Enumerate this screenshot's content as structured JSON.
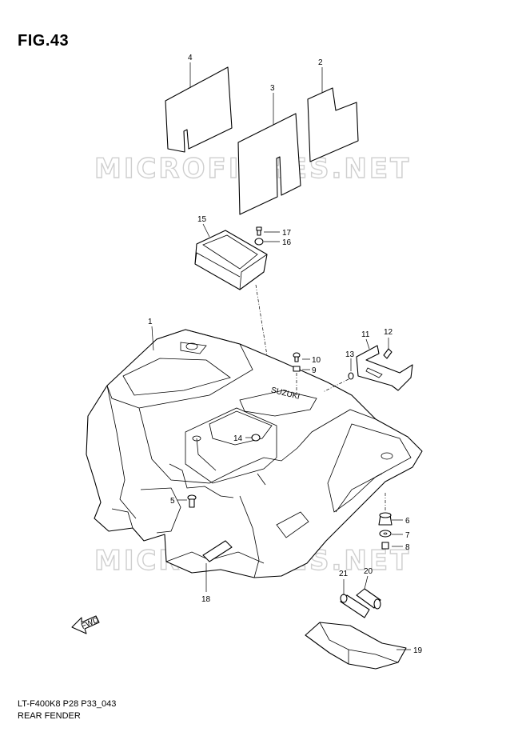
{
  "figure": {
    "title": "FIG.43",
    "code": "LT-F400K8 P28 P33_043",
    "name": "REAR FENDER"
  },
  "watermark": "MICROFICHES.NET",
  "fwd_label": "FWD",
  "decal_text": "SUZUKI",
  "callouts": [
    "1",
    "2",
    "3",
    "4",
    "5",
    "6",
    "7",
    "8",
    "9",
    "10",
    "11",
    "12",
    "13",
    "14",
    "15",
    "16",
    "17",
    "18",
    "19",
    "20",
    "21"
  ]
}
